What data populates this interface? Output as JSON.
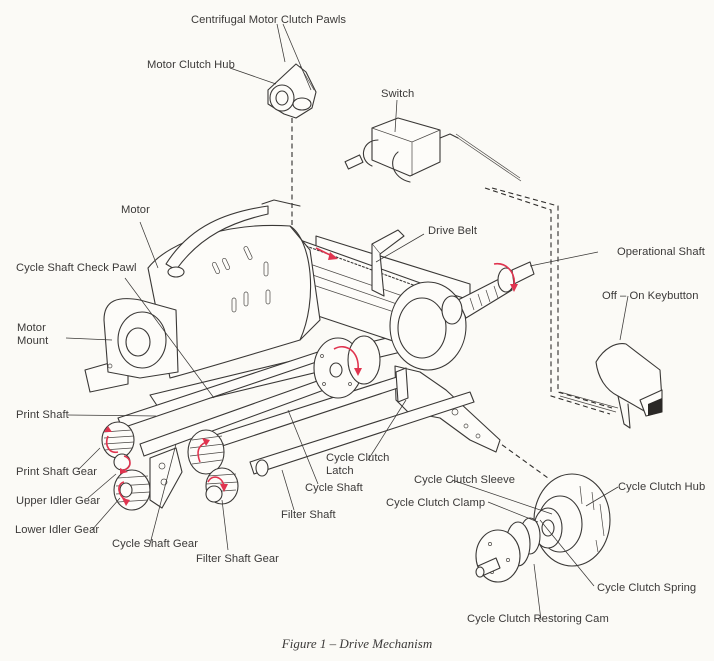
{
  "figure": {
    "caption": "Figure 1 – Drive Mechanism",
    "accent_color": "#e0344f",
    "line_color": "#3a3836",
    "background_color": "#fbfaf6"
  },
  "callouts": [
    {
      "id": "centrifugal-motor-clutch-pawls",
      "text": "Centrifugal Motor Clutch Pawls"
    },
    {
      "id": "motor-clutch-hub",
      "text": "Motor Clutch Hub"
    },
    {
      "id": "switch",
      "text": "Switch"
    },
    {
      "id": "motor",
      "text": "Motor"
    },
    {
      "id": "drive-belt",
      "text": "Drive Belt"
    },
    {
      "id": "operational-shaft",
      "text": "Operational Shaft"
    },
    {
      "id": "cycle-shaft-check-pawl",
      "text": "Cycle Shaft Check Pawl"
    },
    {
      "id": "motor-mount",
      "text": "Motor\nMount"
    },
    {
      "id": "off-on-keybutton",
      "text": "Off – On Keybutton"
    },
    {
      "id": "print-shaft",
      "text": "Print Shaft"
    },
    {
      "id": "print-shaft-gear",
      "text": "Print Shaft Gear"
    },
    {
      "id": "upper-idler-gear",
      "text": "Upper Idler Gear"
    },
    {
      "id": "lower-idler-gear",
      "text": "Lower Idler Gear"
    },
    {
      "id": "cycle-shaft-gear",
      "text": "Cycle Shaft Gear"
    },
    {
      "id": "filter-shaft-gear",
      "text": "Filter Shaft Gear"
    },
    {
      "id": "filter-shaft",
      "text": "Filter Shaft"
    },
    {
      "id": "cycle-shaft",
      "text": "Cycle Shaft"
    },
    {
      "id": "cycle-clutch-latch",
      "text": "Cycle Clutch\nLatch"
    },
    {
      "id": "cycle-clutch-sleeve",
      "text": "Cycle Clutch Sleeve"
    },
    {
      "id": "cycle-clutch-clamp",
      "text": "Cycle Clutch Clamp"
    },
    {
      "id": "cycle-clutch-hub",
      "text": "Cycle Clutch Hub"
    },
    {
      "id": "cycle-clutch-spring",
      "text": "Cycle Clutch Spring"
    },
    {
      "id": "cycle-clutch-restoring-cam",
      "text": "Cycle Clutch Restoring Cam"
    }
  ]
}
